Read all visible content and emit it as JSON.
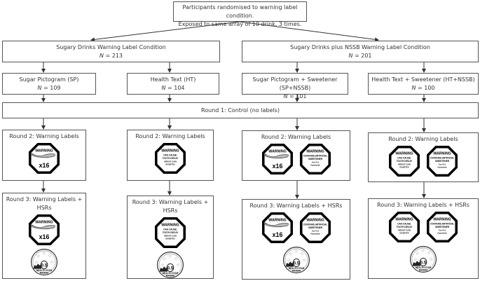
{
  "top": {
    "line1": "Participants randomised to warning label condition.",
    "line2": "Exposed to same array of 10 drink, 3 times."
  },
  "conditions": [
    {
      "title": "Sugary Drinks Warning Label Condition",
      "n_label": "N",
      "n_value": " = 213"
    },
    {
      "title": "Sugary Drinks plus NSSB Warning Label Condition",
      "n_label": "N",
      "n_value": " = 201"
    }
  ],
  "groups": [
    {
      "title": "Sugar Pictogram (SP)",
      "n_label": "N",
      "n_value": " = 109",
      "labels": [
        "sugar"
      ]
    },
    {
      "title": "Health Text (HT)",
      "n_label": "N",
      "n_value": " = 104",
      "labels": [
        "health"
      ]
    },
    {
      "title": "Sugar Pictogram + Sweetener (SP+NSSB)",
      "n_label": "N",
      "n_value": " = 101",
      "labels": [
        "sugar",
        "sweetener"
      ]
    },
    {
      "title": "Health Text + Sweetener (HT+NSSB)",
      "n_label": "N",
      "n_value": " = 100",
      "labels": [
        "health",
        "sweetener"
      ]
    }
  ],
  "round1": "Round 1: Control (no labels)",
  "round2": "Round 2: Warning Labels",
  "round3": "Round 3: Warning Labels + HSRs",
  "label_text": {
    "sugar": {
      "heading": "WARNING",
      "lines": [
        "x16"
      ]
    },
    "health": {
      "heading": "WARNING",
      "lines": [
        "CAN CAUSE:",
        "TOOTH DECAY",
        "WEIGHT GAIN",
        "DIABETES"
      ]
    },
    "sweetener": {
      "heading": "WARNING",
      "lines": [
        "CONTAINS ARTIFICIAL",
        "SWEETENER",
        "Ace-K &",
        "Aspartame"
      ]
    }
  },
  "hsr": {
    "value": "0.5",
    "lines": [
      "HEALTH STAR",
      "RATING"
    ]
  }
}
